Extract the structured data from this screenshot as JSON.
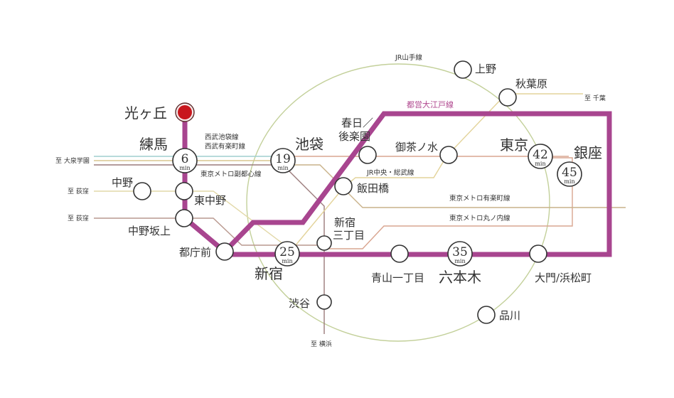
{
  "colors": {
    "oedo": "#a8458f",
    "yamanote": "#c3d09a",
    "seibu_ikebukuro": "#9fcfcf",
    "seibu_yurakucho": "#d9c68f",
    "fukutoshin": "#9b7b7b",
    "chuo_sobu": "#e3d39a",
    "yurakucho": "#c9b28a",
    "marunouchi": "#d9a590",
    "chuo_west": "#e2d8a8",
    "marunouchi_west": "#b9998f",
    "origin": "#c8161d"
  },
  "lines": {
    "yamanote": "JR山手線",
    "oedo": "都営大江戸線",
    "seibu_ikebukuro": "西武池袋線",
    "seibu_yurakucho": "西武有楽町線",
    "fukutoshin": "東京メトロ副都心線",
    "chuo_sobu": "JR中央・総武線",
    "yurakucho": "東京メトロ有楽町線",
    "marunouchi": "東京メトロ丸ノ内線"
  },
  "destinations": {
    "oizumigakuen": "至 大泉学園",
    "ogikubo_1": "至 荻窪",
    "ogikubo_2": "至 荻窪",
    "chiba": "至 千葉",
    "yokohama": "至 横浜"
  },
  "stations": {
    "hikarigaoka": "光ヶ丘",
    "nerima": "練馬",
    "ikebukuro": "池袋",
    "kasuga": "春日／",
    "korakuen": "後楽園",
    "ochanomizu": "御茶ノ水",
    "iidabashi": "飯田橋",
    "nakano": "中野",
    "higashinakano": "東中野",
    "nakanosakaue": "中野坂上",
    "tochomae": "都庁前",
    "shinjuku": "新宿",
    "shinjuku_sanchome_1": "新宿",
    "shinjuku_sanchome_2": "三丁目",
    "aoyama": "青山一丁目",
    "roppongi": "六本木",
    "daimon": "大門/浜松町",
    "shinagawa": "品川",
    "shibuya": "渋谷",
    "ueno": "上野",
    "akihabara": "秋葉原",
    "tokyo": "東京",
    "ginza": "銀座"
  },
  "times": {
    "nerima": {
      "value": "6",
      "unit": "min"
    },
    "ikebukuro": {
      "value": "19",
      "unit": "min"
    },
    "shinjuku": {
      "value": "25",
      "unit": "min"
    },
    "roppongi": {
      "value": "35",
      "unit": "min"
    },
    "tokyo": {
      "value": "42",
      "unit": "min"
    },
    "ginza": {
      "value": "45",
      "unit": "min"
    }
  }
}
